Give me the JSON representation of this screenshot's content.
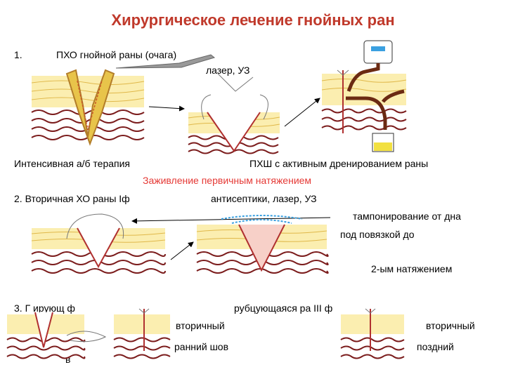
{
  "title": "Хирургическое лечение гнойных ран",
  "step1": {
    "number": "1.",
    "text": "ПХО  гнойной раны  (очага)",
    "methods": "лазер, УЗ",
    "therapy": "Интенсивная а/б терапия",
    "drainage": "ПХШ с активным дренированием раны",
    "healing": "Заживление первичным натяжением"
  },
  "step2": {
    "text": "2. Вторичная ХО  раны Iф",
    "methods": "антисептики, лазер, УЗ",
    "line1": "тампонирование от дна",
    "line2": "под повязкой до",
    "line3": "2-ым натяжением"
  },
  "step3": {
    "partial_left": "3. Г       ирующ         ф",
    "partial_mid": "рубцующаяся   ра     III ф",
    "secondary_early": "вторичный",
    "early_suture": "ранний шов",
    "secondary_late": "вторичный",
    "late_suture": "поздний",
    "partial_bottom": "в"
  },
  "colors": {
    "title": "#c0392b",
    "healing": "#e53935",
    "skin_fill": "#fbeeb0",
    "tissue_line": "#7b1c1c",
    "wound_line": "#b03030",
    "pus": "#e8c44a",
    "drain_tube": "#6b2a12"
  }
}
